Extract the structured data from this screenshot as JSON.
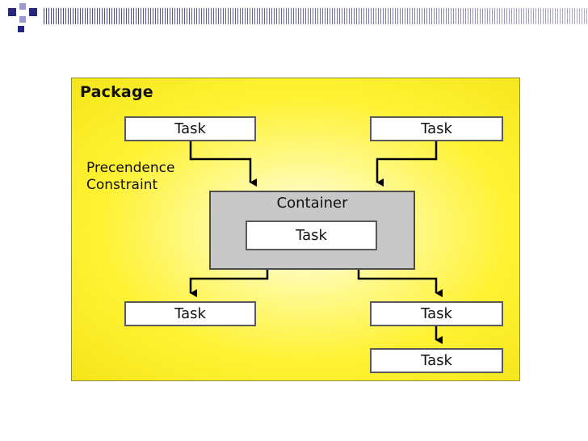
{
  "package": {
    "label": "Package"
  },
  "precedence_constraint": {
    "line1": "Precendence",
    "line2": "Constraint"
  },
  "container": {
    "label": "Container",
    "task_label": "Task"
  },
  "tasks": {
    "top_left": "Task",
    "top_right": "Task",
    "bottom_left": "Task",
    "bottom_right": "Task",
    "bottom_right_lower": "Task"
  },
  "colors": {
    "package_fill": "#fff233",
    "container_fill": "#c8c8c8",
    "task_fill": "#ffffff",
    "arrow": "#000000"
  }
}
